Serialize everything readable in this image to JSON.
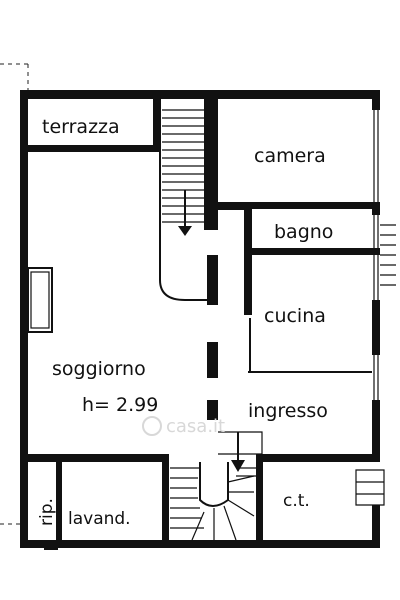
{
  "rooms": {
    "terrazza": "terrazza",
    "camera": "camera",
    "bagno": "bagno",
    "cucina": "cucina",
    "soggiorno": "soggiorno",
    "height": "h= 2.99",
    "ingresso": "ingresso",
    "ripostiglio": "rip.",
    "lavanderia": "lavand.",
    "centrale_termica": "c.t."
  },
  "watermark": "casa.it"
}
